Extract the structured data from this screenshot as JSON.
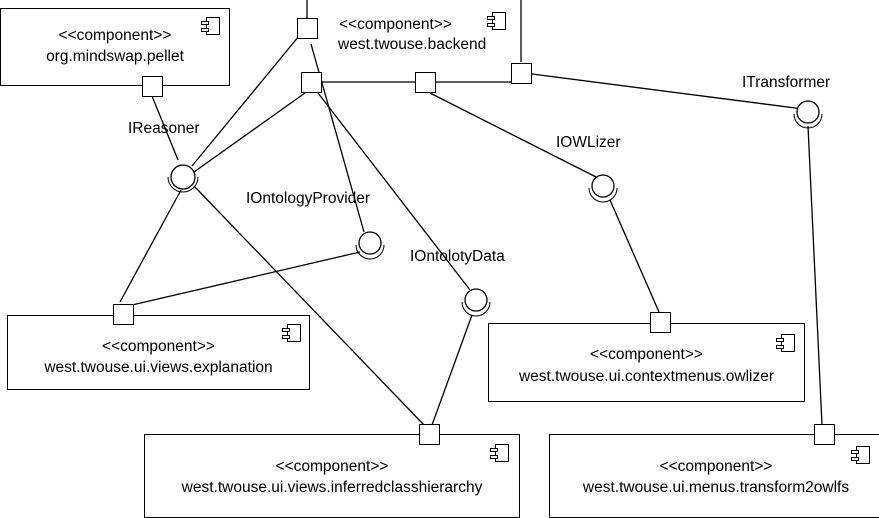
{
  "components": [
    {
      "id": "pellet",
      "stereotype": "<<component>>",
      "name": "org.mindswap.pellet"
    },
    {
      "id": "backend",
      "stereotype": "<<component>>",
      "name": "west.twouse.backend"
    },
    {
      "id": "explanation",
      "stereotype": "<<component>>",
      "name": "west.twouse.ui.views.explanation"
    },
    {
      "id": "owlizer",
      "stereotype": "<<component>>",
      "name": "west.twouse.ui.contextmenus.owlizer"
    },
    {
      "id": "inferred",
      "stereotype": "<<component>>",
      "name": "west.twouse.ui.views.inferredclasshierarchy"
    },
    {
      "id": "transform",
      "stereotype": "<<component>>",
      "name": "west.twouse.ui.menus.transform2owlfs"
    }
  ],
  "interfaces": {
    "reasoner": "IReasoner",
    "transformer": "ITransformer",
    "owlizer": "IOWLizer",
    "ontology_provider": "IOntologyProvider",
    "ontology_data": "IOntolotyData"
  }
}
